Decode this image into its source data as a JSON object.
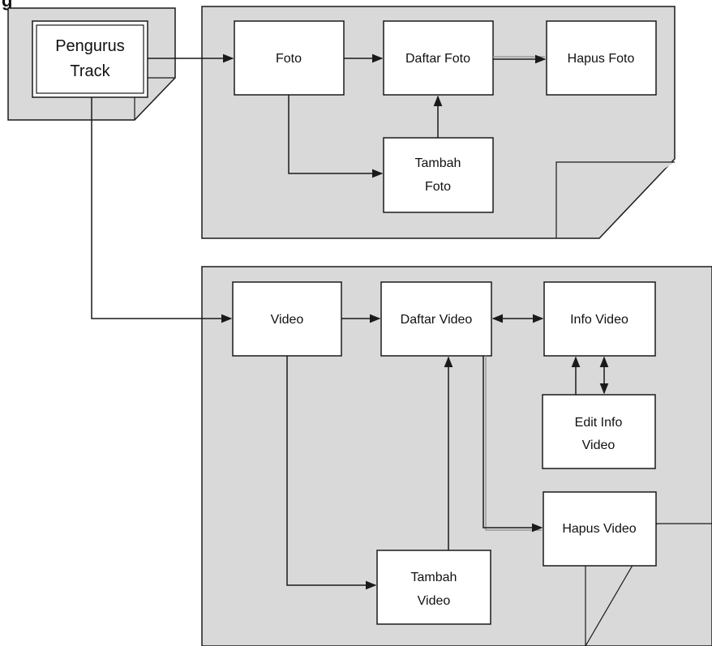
{
  "header": {
    "fragment": "g"
  },
  "nodes": {
    "pengurus_track": {
      "line1": "Pengurus",
      "line2": "Track"
    },
    "foto": "Foto",
    "daftar_foto": "Daftar Foto",
    "hapus_foto": "Hapus Foto",
    "tambah_foto": {
      "line1": "Tambah",
      "line2": "Foto"
    },
    "video": "Video",
    "daftar_video": "Daftar Video",
    "info_video": "Info Video",
    "edit_info_video": {
      "line1": "Edit Info",
      "line2": "Video"
    },
    "hapus_video": "Hapus Video",
    "tambah_video": {
      "line1": "Tambah",
      "line2": "Video"
    }
  },
  "colors": {
    "page_fill": "#d9d9d9",
    "box_fill": "#ffffff",
    "line": "#1a1a1a",
    "grey_arrow": "#9a9a9a"
  }
}
